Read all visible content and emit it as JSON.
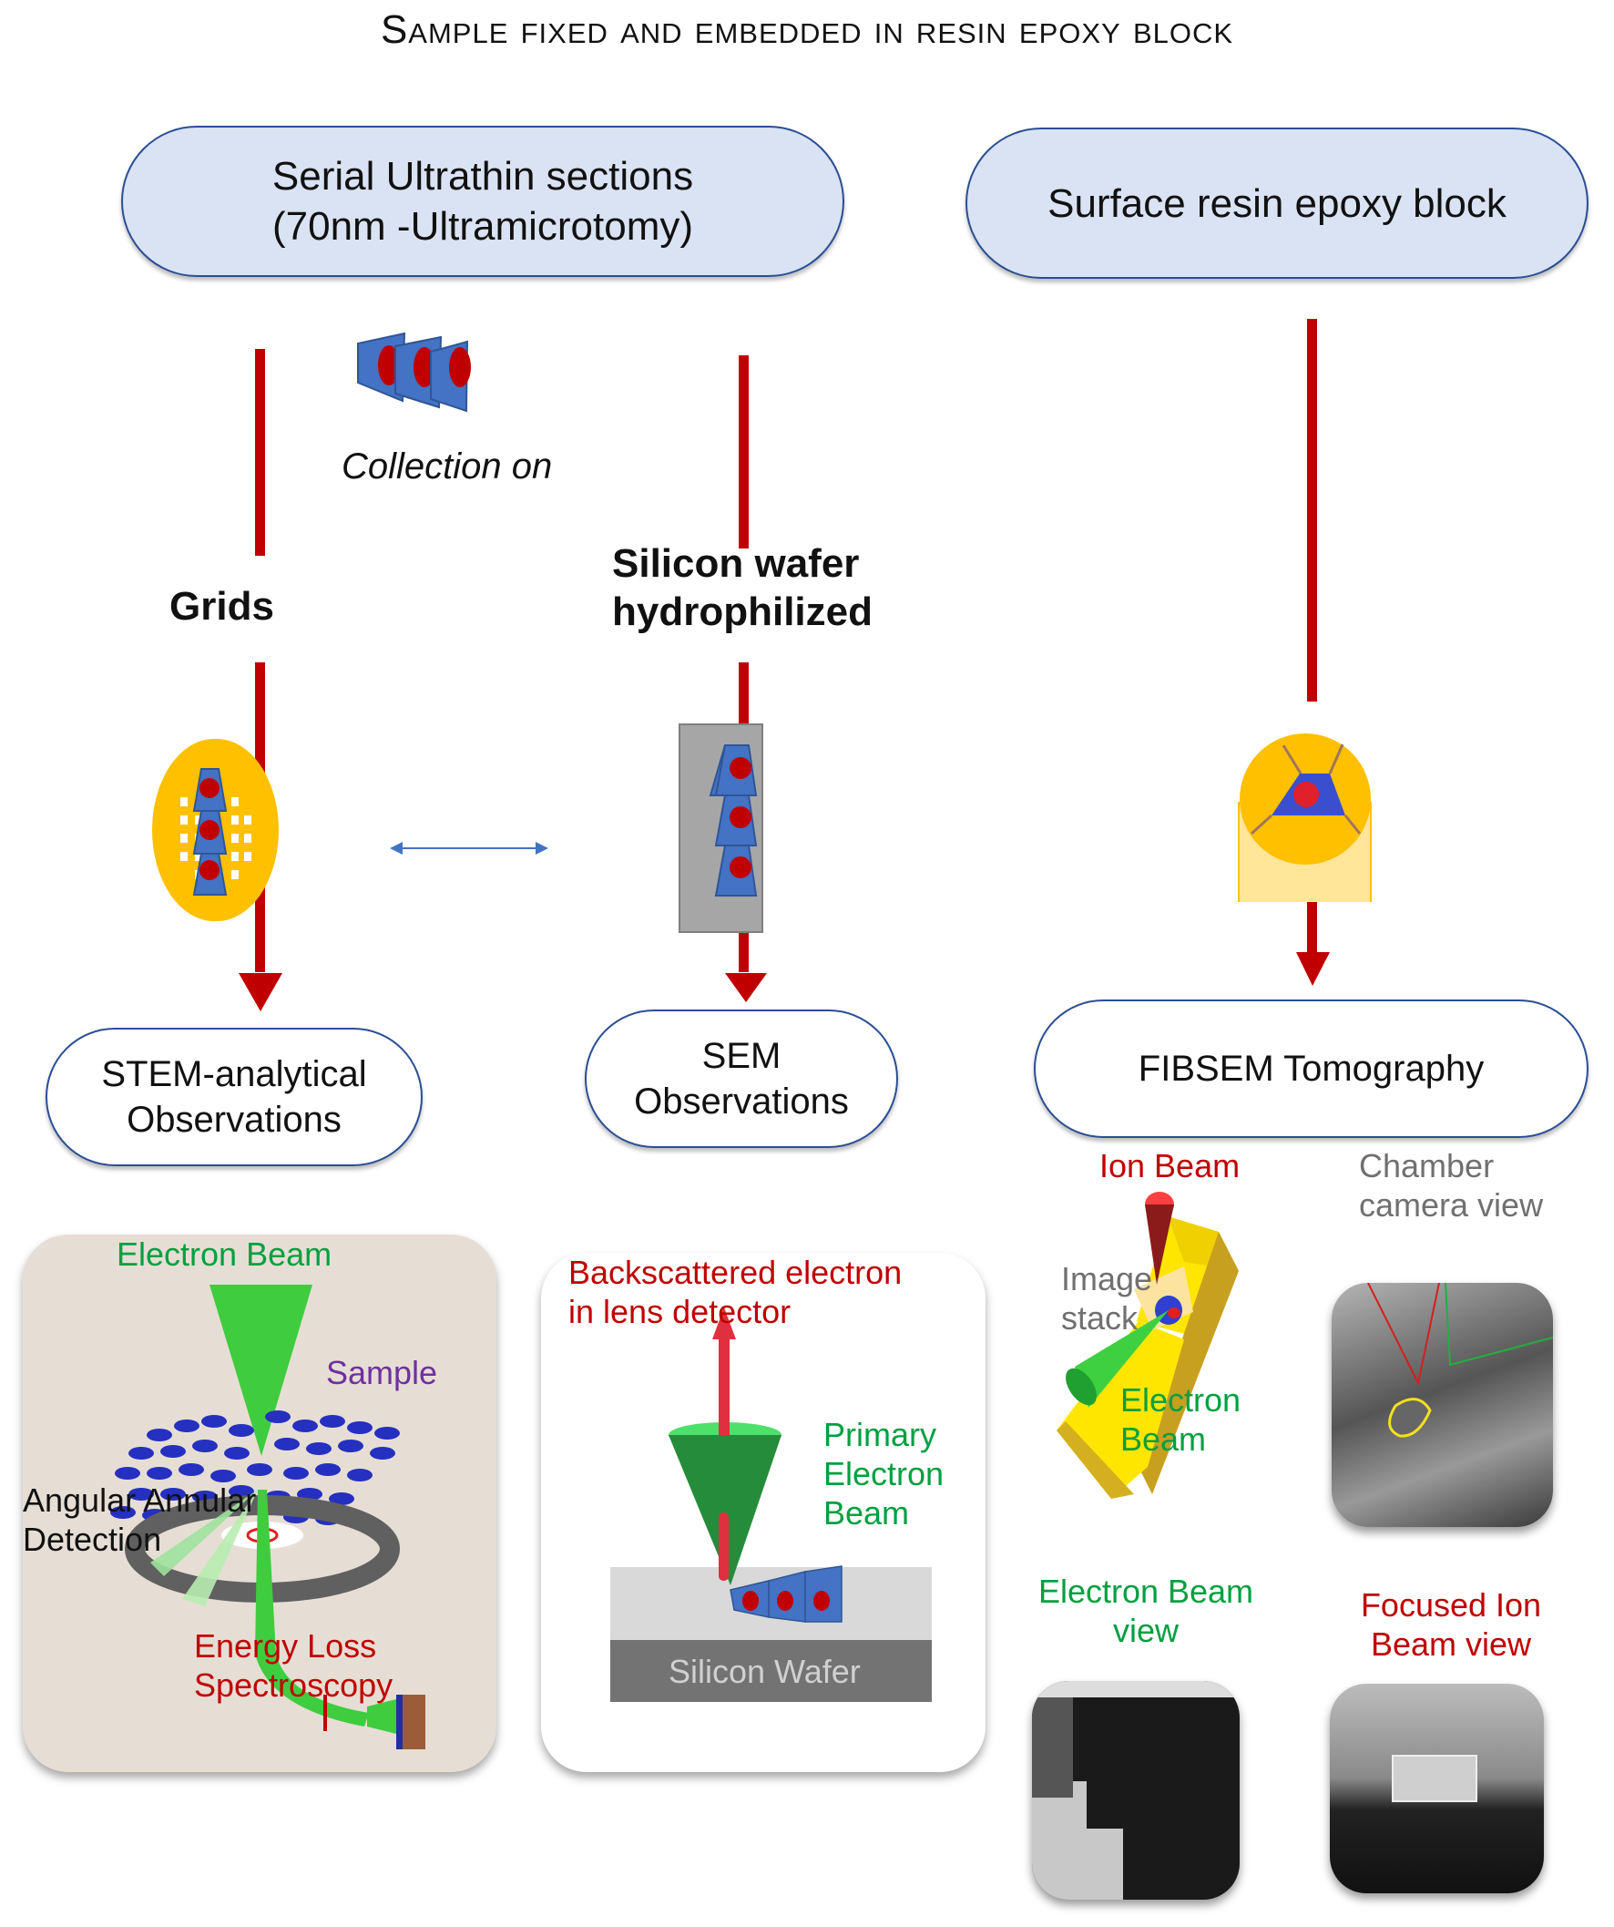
{
  "title": "Sample fixed and embedded in resin epoxy block",
  "top_nodes": {
    "ultrathin": "Serial Ultrathin sections\n(70nm -Ultramicrotomy)",
    "surface": "Surface resin epoxy block"
  },
  "collection_label": "Collection on",
  "branch_labels": {
    "grids": "Grids",
    "silicon": "Silicon wafer\nhydrophilized"
  },
  "result_nodes": {
    "stem": "STEM-analytical\nObservations",
    "sem": "SEM\nObservations",
    "fibsem": "FIBSEM Tomography"
  },
  "stem_panel": {
    "electron_beam": "Electron Beam",
    "sample": "Sample",
    "angular": "Angular Annular\nDetection",
    "eels": "Energy Loss\nSpectroscopy"
  },
  "sem_panel": {
    "backscattered": "Backscattered electron\nin lens detector",
    "primary": "Primary\nElectron\nBeam",
    "wafer": "Silicon Wafer"
  },
  "fib_panel": {
    "ion_beam": "Ion Beam",
    "image_stack": "Image\nstack",
    "electron_beam": "Electron\nBeam",
    "chamber": "Chamber\ncamera view",
    "eb_view": "Electron Beam\nview",
    "fib_view": "Focused Ion\nBeam view"
  },
  "colors": {
    "arrow_red": "#c00000",
    "section_blue": "#4472c4",
    "grid_gold": "#ffc000",
    "label_green": "#00a040",
    "label_red": "#c00000",
    "label_purple": "#7030a0",
    "label_gray": "#707070"
  }
}
